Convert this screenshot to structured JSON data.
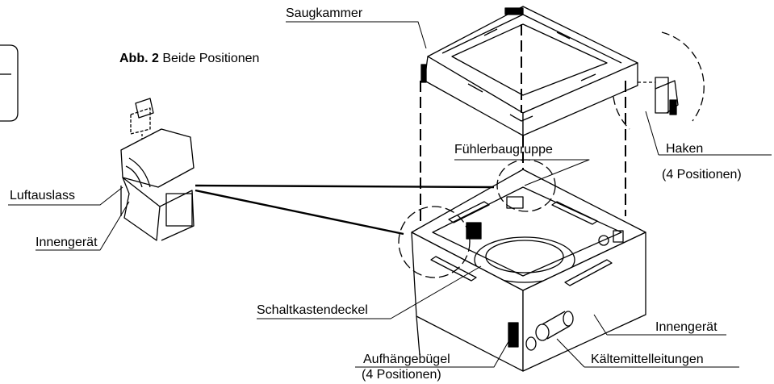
{
  "figure": {
    "number": "Abb. 2",
    "caption": "Beide Positionen"
  },
  "labels": {
    "saugkammer": "Saugkammer",
    "fuehlerbaugruppe": "Fühlerbaugruppe",
    "haken": "Haken",
    "haken_note": "(4 Positionen)",
    "luftauslass": "Luftauslass",
    "innengeraet_left": "Innengerät",
    "schaltkastendeckel": "Schaltkastendeckel",
    "innengeraet_right": "Innengerät",
    "aufhaengebuegel": "Aufhängebügel",
    "aufhaengebuegel_note": "(4 Positionen)",
    "kaeltemittelleitungen": "Kältemittelleitungen"
  },
  "colors": {
    "line": "#000000",
    "background": "#ffffff"
  }
}
